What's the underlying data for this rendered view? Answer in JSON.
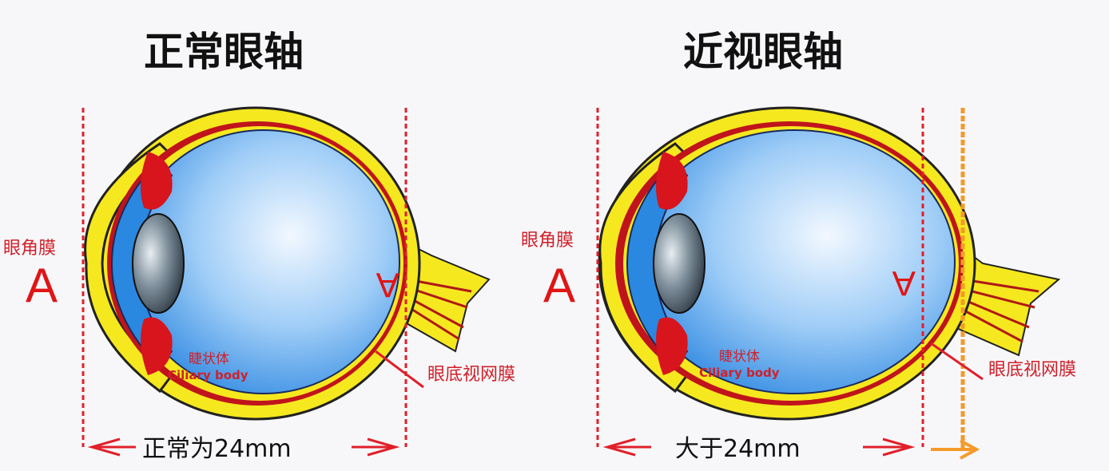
{
  "normal": {
    "title": "正常眼轴",
    "cornea_label": "眼角膜",
    "axis_mark": "A",
    "ciliary_cn": "睫状体",
    "ciliary_en": "Ciliary body",
    "retina_label": "眼底视网膜",
    "measurement": "正常为24mm"
  },
  "myopia": {
    "title": "近视眼轴",
    "cornea_label": "眼角膜",
    "axis_mark": "A",
    "ciliary_cn": "睫状体",
    "ciliary_en": "Ciliary body",
    "retina_label": "眼底视网膜",
    "measurement": "大于24mm"
  },
  "colors": {
    "sclera": "#f5e81e",
    "choroid": "#c0141c",
    "vitreous": "#4aa6ee",
    "guide_line": "#e0202a",
    "extension": "#f59a2a"
  }
}
